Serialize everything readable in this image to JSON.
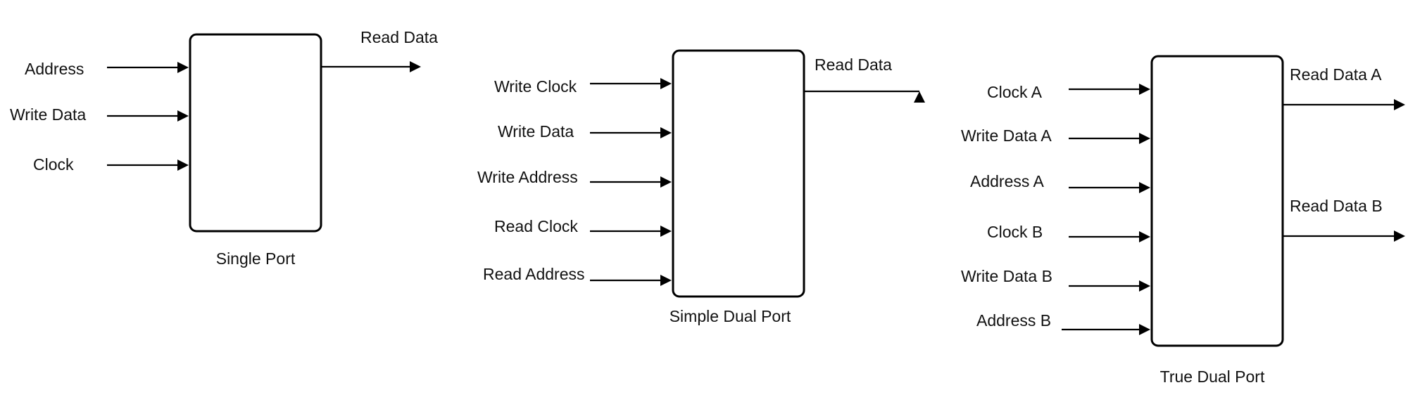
{
  "diagrams": [
    {
      "caption": "Single Port",
      "inputs": [
        "Address",
        "Write Data",
        "Clock"
      ],
      "outputs": [
        "Read Data"
      ]
    },
    {
      "caption": "Simple Dual Port",
      "inputs": [
        "Write Clock",
        "Write Data",
        "Write Address",
        "Read Clock",
        "Read Address"
      ],
      "outputs": [
        "Read Data"
      ]
    },
    {
      "caption": "True Dual Port",
      "inputs": [
        "Clock A",
        "Write Data A",
        "Address A",
        "Clock B",
        "Write Data B",
        "Address B"
      ],
      "outputs": [
        "Read Data A",
        "Read Data B"
      ]
    }
  ],
  "colors": {
    "line": "#000000",
    "background": "#ffffff",
    "text": "#111111"
  }
}
